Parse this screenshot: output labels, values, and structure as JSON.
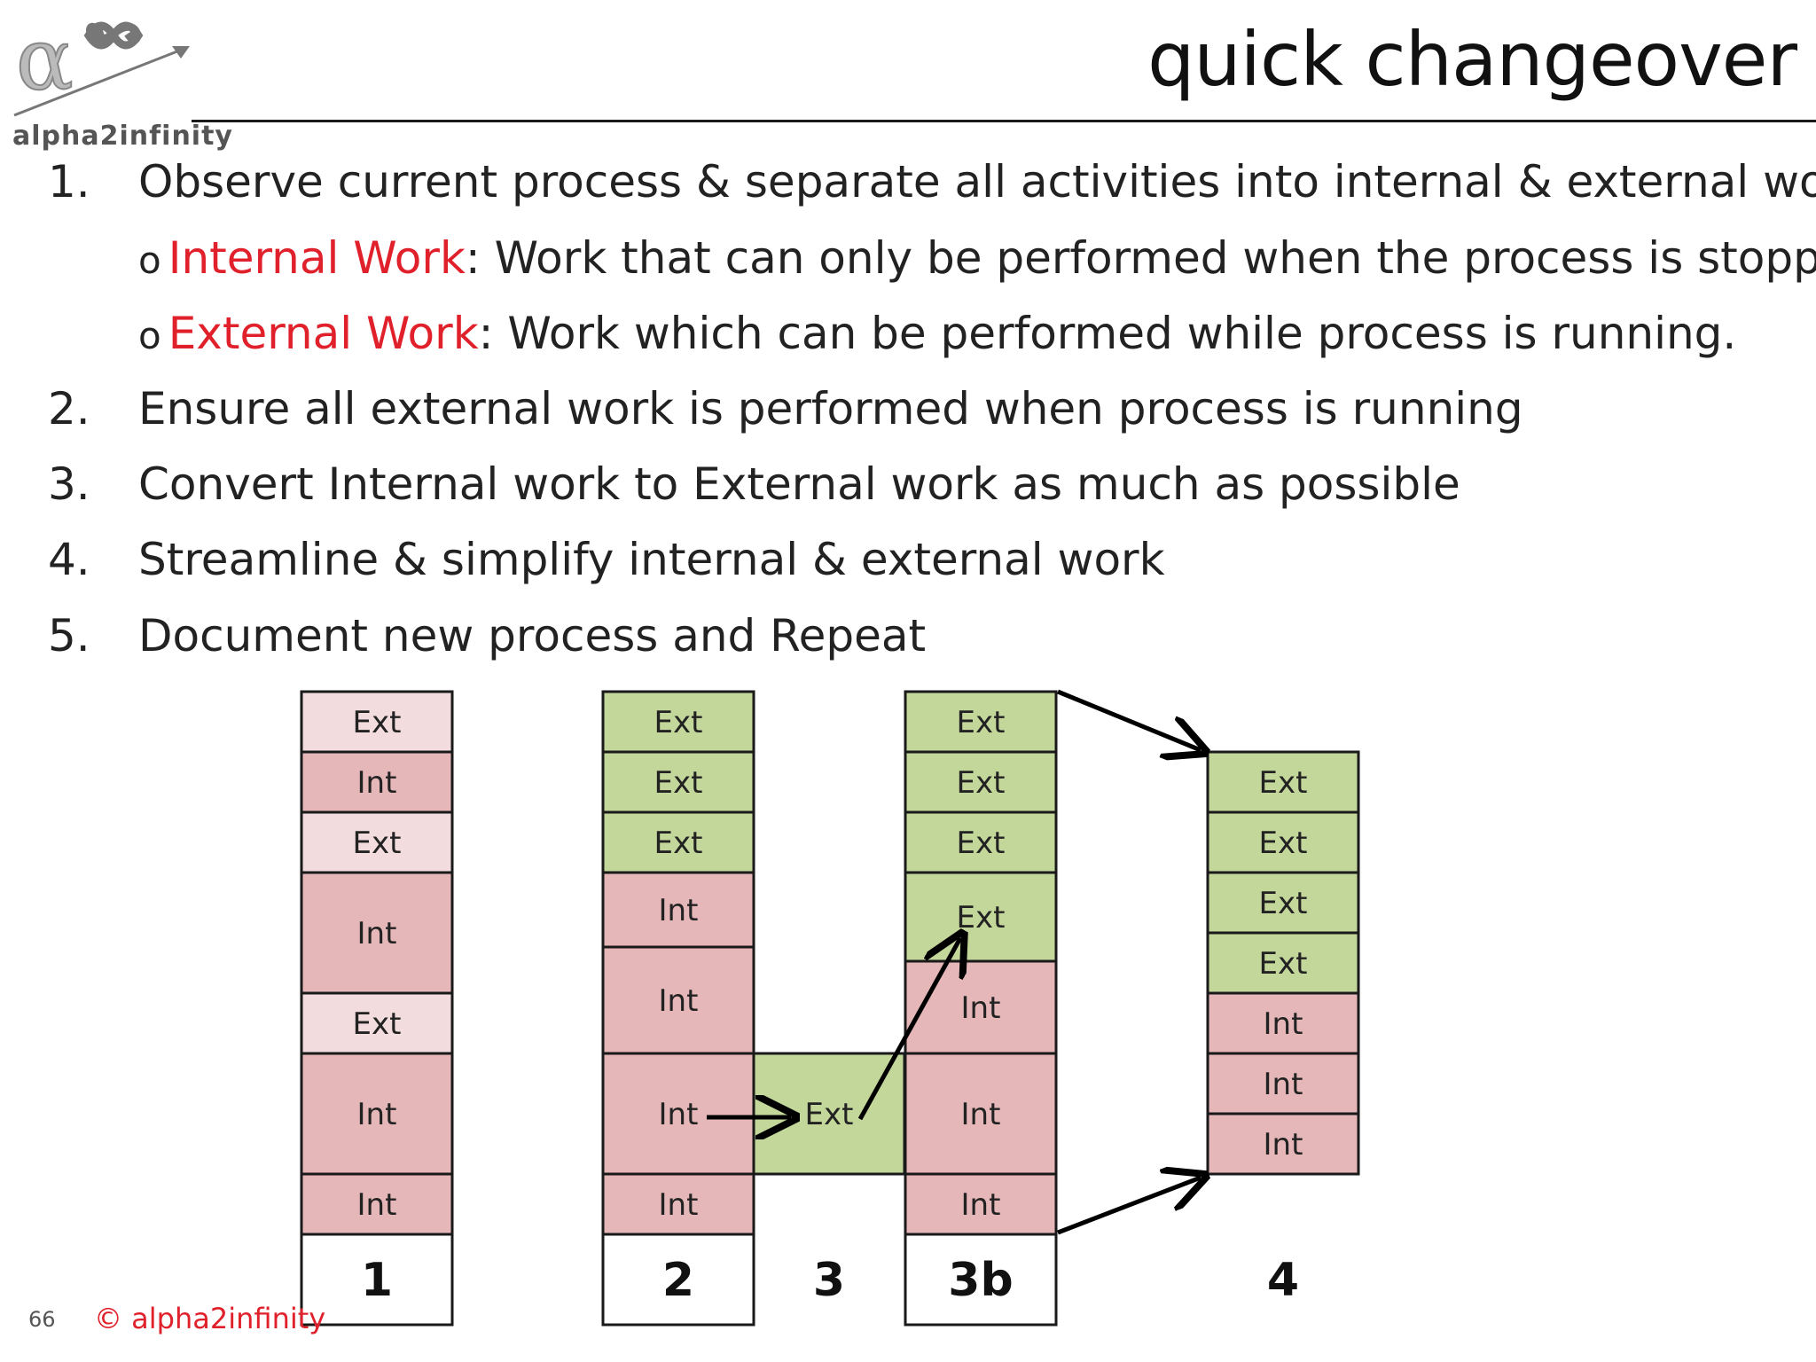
{
  "title": "quick changeover",
  "logo": {
    "text": "alpha2infinity",
    "icon": "alpha-infinity-arrow-logo"
  },
  "steps": [
    {
      "num": "1.",
      "text": "Observe current process & separate all activities into internal & external work"
    },
    {
      "num": "2.",
      "text": "Ensure all external work is performed when process is running"
    },
    {
      "num": "3.",
      "text": "Convert Internal work to External work as much as possible"
    },
    {
      "num": "4.",
      "text": "Streamline & simplify internal & external work"
    },
    {
      "num": "5.",
      "text": "Document new process and Repeat"
    }
  ],
  "sub_bullets": [
    {
      "bullet": "o",
      "term": "Internal Work",
      "text": ": Work that can only be performed when the process is stopped."
    },
    {
      "bullet": "o",
      "term": "External Work",
      "text": ": Work which can be performed while process is running."
    }
  ],
  "colors": {
    "ext_light": "#f3dcdd",
    "int": "#e6b7b8",
    "ext_green": "#c4d79b",
    "term_red": "#e0202a"
  },
  "diagram": {
    "col1": {
      "label": "1",
      "cells": [
        "Ext",
        "Int",
        "Ext",
        "Int",
        "Ext",
        "Int",
        "Int"
      ]
    },
    "col2": {
      "label": "2",
      "cells": [
        "Ext",
        "Ext",
        "Ext",
        "Int",
        "Int",
        "Int",
        "Int"
      ]
    },
    "col3": {
      "label": "3",
      "cells": [
        "Ext"
      ]
    },
    "col3b": {
      "label": "3b",
      "cells": [
        "Ext",
        "Ext",
        "Ext",
        "Ext",
        "Int",
        "Int",
        "Int"
      ]
    },
    "col4": {
      "label": "4",
      "cells": [
        "Ext",
        "Ext",
        "Ext",
        "Ext",
        "Int",
        "Int",
        "Int"
      ]
    }
  },
  "footer": {
    "page": "66",
    "copyright": "© alpha2infinity"
  }
}
